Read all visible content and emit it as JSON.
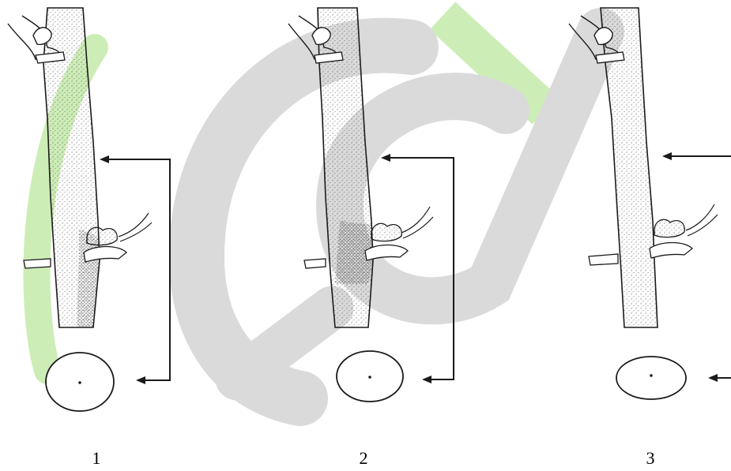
{
  "figure": {
    "panels": [
      {
        "label": "1"
      },
      {
        "label": "2"
      },
      {
        "label": "3"
      }
    ]
  },
  "watermark": {
    "colors": {
      "gray": "#d6d6d6",
      "green": "#c8ecb0"
    }
  },
  "colors": {
    "ink": "#1a1a1a",
    "stipple": "#3a3a3a"
  }
}
